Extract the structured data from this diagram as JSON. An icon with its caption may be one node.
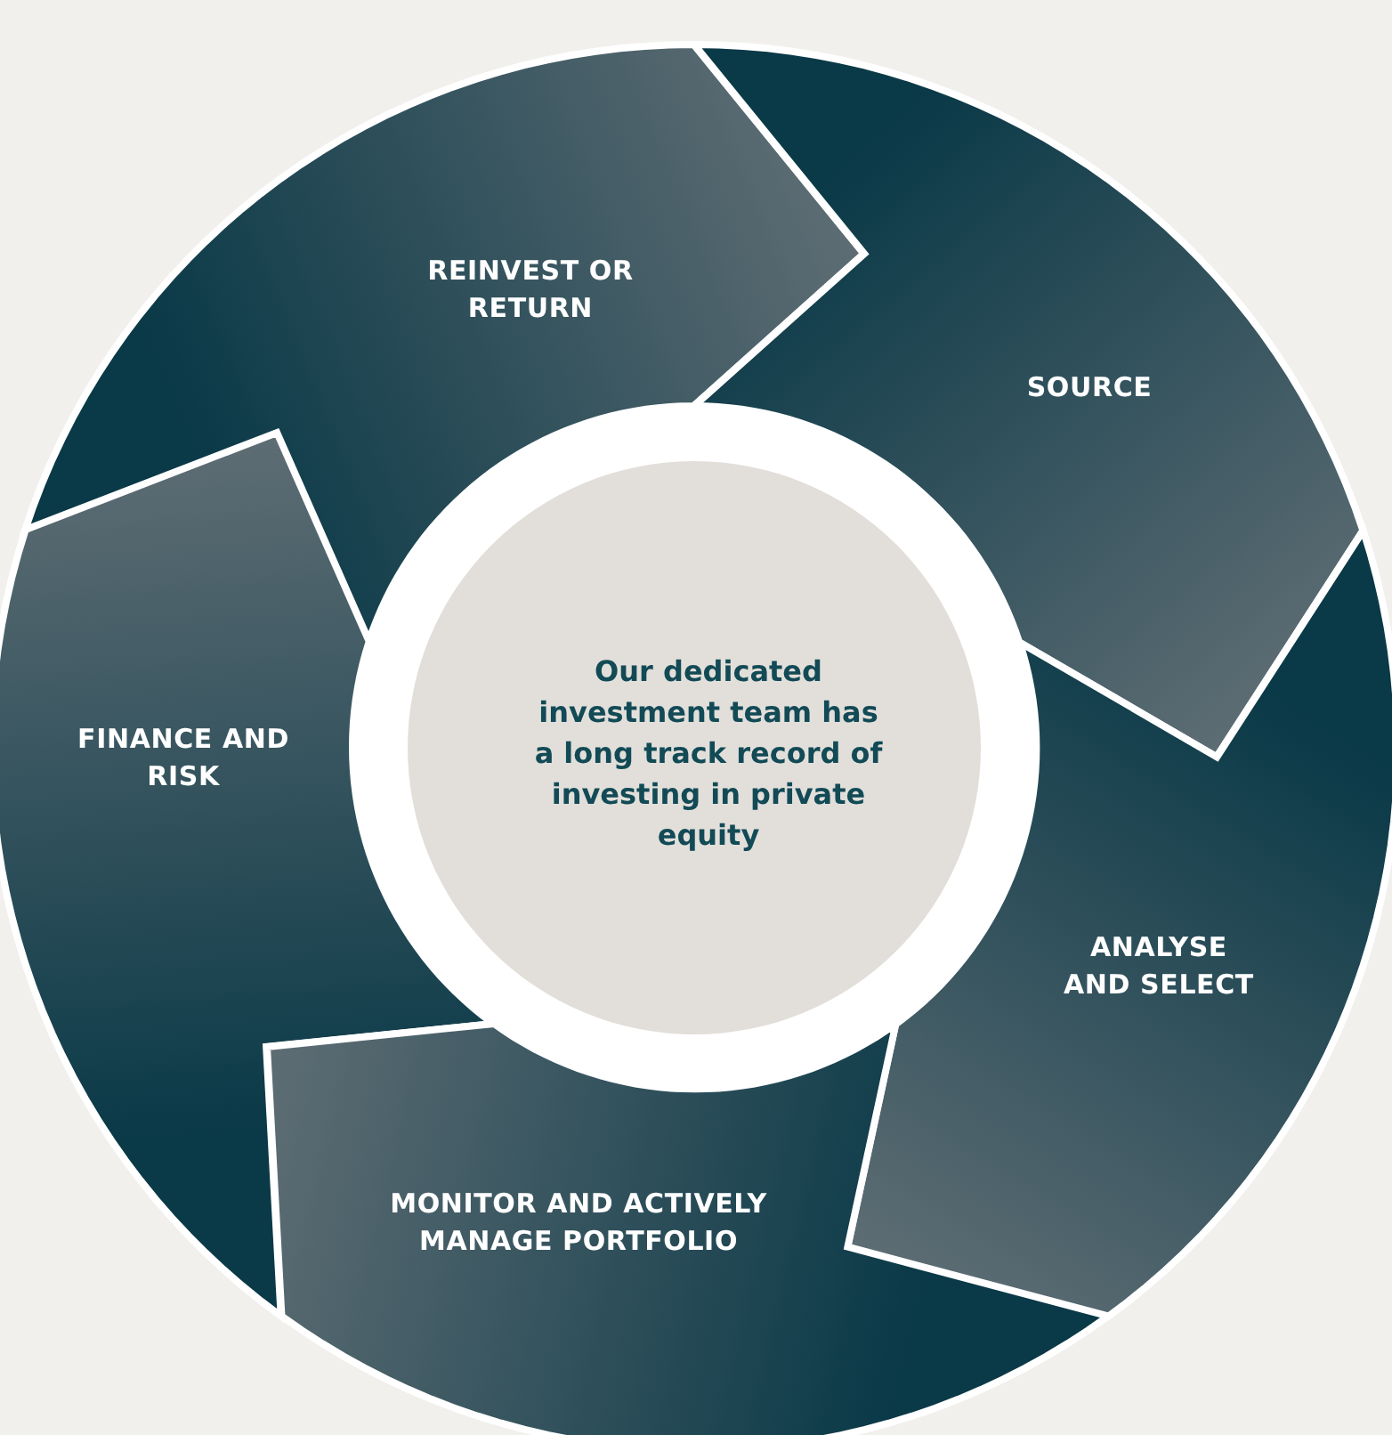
{
  "diagram": {
    "nodes": [
      {
        "text": [
          "REINVEST OR RETURN"
        ]
      },
      {
        "text": [
          "SOURCE"
        ]
      },
      {
        "text": [
          "FINANCE AND RISK"
        ]
      },
      {
        "text": [
          "Our dedicated investment team has a long track record of investing in private equity"
        ]
      },
      {
        "text": [
          "ANALYSE AND SELECT"
        ]
      },
      {
        "text": [
          "MONITOR AND ACTIVELY MANAGE PORTFOLIO"
        ]
      }
    ]
  }
}
